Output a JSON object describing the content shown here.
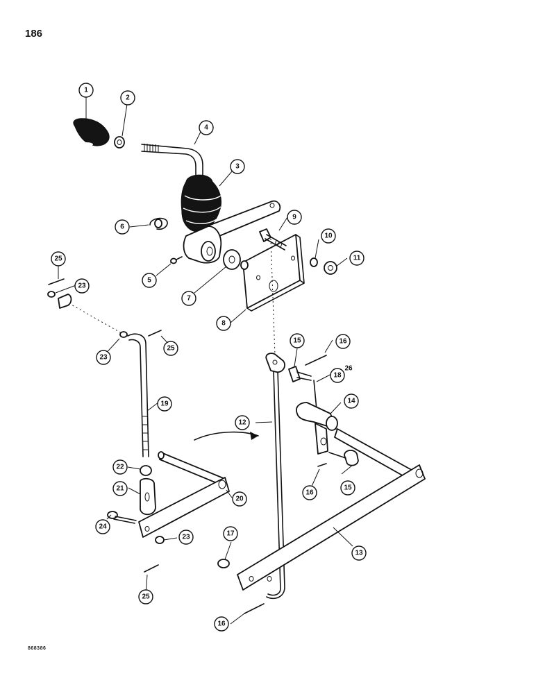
{
  "page_number": "186",
  "figure_code": "868386",
  "callouts": [
    {
      "label": "1"
    },
    {
      "label": "2"
    },
    {
      "label": "3"
    },
    {
      "label": "4"
    },
    {
      "label": "5"
    },
    {
      "label": "6"
    },
    {
      "label": "7"
    },
    {
      "label": "8"
    },
    {
      "label": "9"
    },
    {
      "label": "10"
    },
    {
      "label": "11"
    },
    {
      "label": "12"
    },
    {
      "label": "13"
    },
    {
      "label": "14"
    },
    {
      "label": "15"
    },
    {
      "label": "16"
    },
    {
      "label": "15"
    },
    {
      "label": "16"
    },
    {
      "label": "16"
    },
    {
      "label": "17"
    },
    {
      "label": "18"
    },
    {
      "label": "19"
    },
    {
      "label": "20"
    },
    {
      "label": "21"
    },
    {
      "label": "22"
    },
    {
      "label": "23"
    },
    {
      "label": "23"
    },
    {
      "label": "23"
    },
    {
      "label": "24"
    },
    {
      "label": "25"
    },
    {
      "label": "25"
    },
    {
      "label": "25"
    },
    {
      "label": "26"
    }
  ]
}
